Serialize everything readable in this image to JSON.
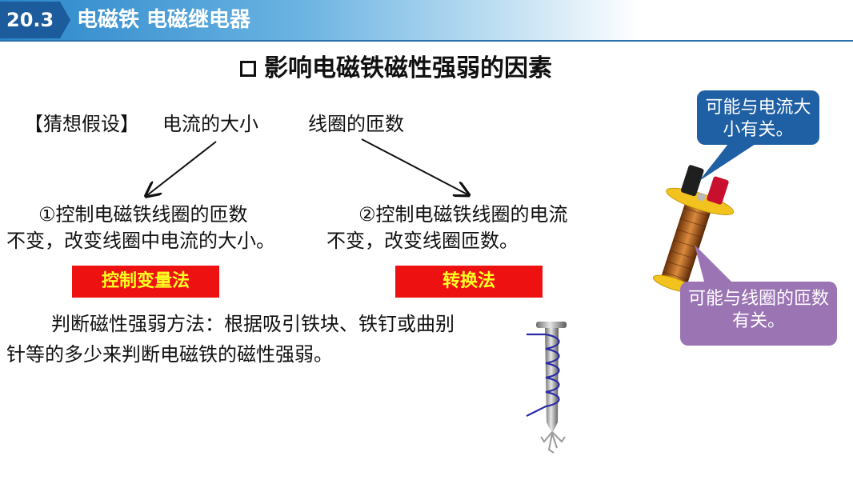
{
  "header": {
    "section_number": "20.3",
    "title": "电磁铁 电磁继电器"
  },
  "main": {
    "title": "影响电磁铁磁性强弱的因素",
    "hypothesis_label": "【猜想假设】",
    "hypothesis_1": "电流的大小",
    "hypothesis_2": "线圈的匝数",
    "experiment_1": {
      "line1": "①控制电磁铁线圈的匝数",
      "line2": "不变，改变线圈中电流的大小。"
    },
    "experiment_2": {
      "line1": "②控制电磁铁线圈的电流",
      "line2": "不变，改变线圈匝数。"
    },
    "method_1": "控制变量法",
    "method_2": "转换法",
    "judgment": {
      "line1": "判断磁性强弱方法：根据吸引铁块、铁钉或曲别",
      "line2": "针等的多少来判断电磁铁的磁性强弱。"
    }
  },
  "callouts": {
    "current": "可能与电流大小有关。",
    "turns": "可能与线圈的匝数有关。"
  },
  "colors": {
    "header_accent": "#1c5c9d",
    "method_bg": "#ee1111",
    "method_text": "#ffff22",
    "callout_blue": "#1f5fa4",
    "callout_purple": "#9b74b4"
  }
}
